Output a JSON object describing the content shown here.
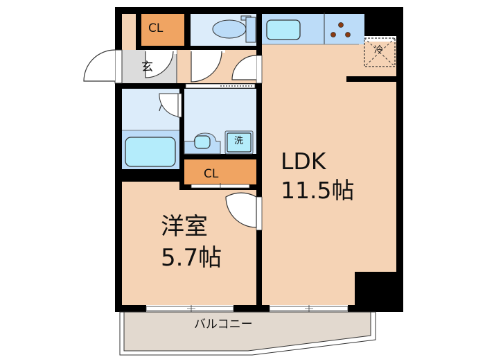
{
  "floorplan": {
    "rooms": {
      "ldk": {
        "name": "LDK",
        "size": "11.5帖",
        "color": "#f5d3b5"
      },
      "western_room": {
        "name": "洋室",
        "size": "5.7帖",
        "color": "#f5d3b5"
      },
      "entrance": {
        "name": "玄",
        "color": "#dcdcdc"
      },
      "closet_top": {
        "name": "CL",
        "color": "#f0a462"
      },
      "closet_mid": {
        "name": "CL",
        "color": "#f0a462"
      },
      "washroom": {
        "washer_label": "洗",
        "color": "#dcecfa"
      },
      "bathroom": {
        "color": "#dcecfa"
      },
      "toilet": {
        "color": "#dcecfa"
      },
      "balcony": {
        "name": "バルコニー",
        "color": "#e2d9cf"
      },
      "hallway": {
        "color": "#f5d3b5"
      }
    },
    "fixtures": {
      "fridge_label": "冷",
      "kitchen_counter_color": "#bcdcf8",
      "sink_color": "#b4ecfb",
      "stove_burner_color": "#8b3a10"
    },
    "colors": {
      "wall": "#000000",
      "floor_warm": "#f5d3b5",
      "wet_area": "#dcecfa",
      "closet": "#f0a462",
      "balcony": "#e2d9cf"
    }
  }
}
